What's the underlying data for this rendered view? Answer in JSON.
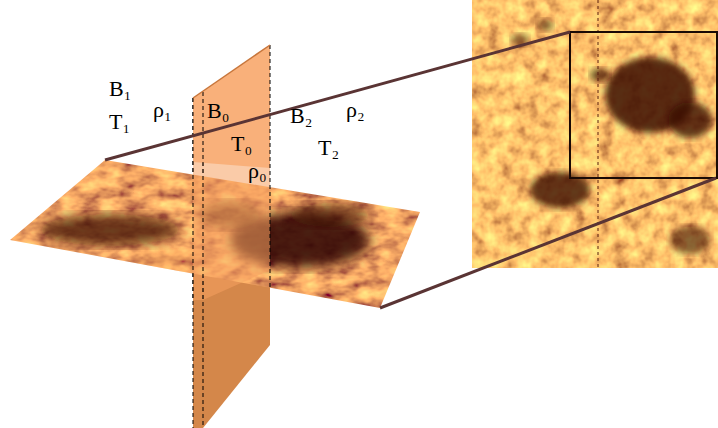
{
  "diagram": {
    "labels": [
      "B₁",
      "T₁",
      "ρ₁",
      "B₀",
      "T₀",
      "ρ₀",
      "B₂",
      "T₂",
      "ρ₂"
    ]
  }
}
